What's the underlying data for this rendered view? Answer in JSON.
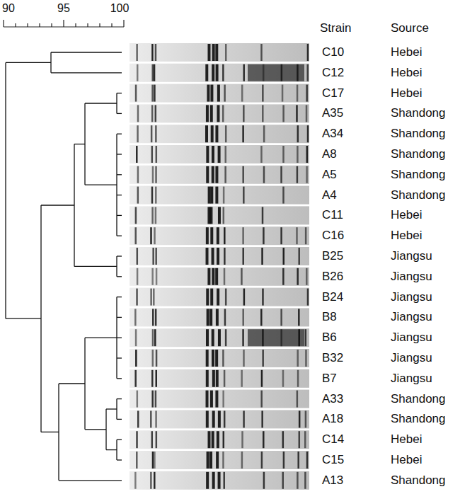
{
  "diagram": {
    "labels": [
      "90",
      "95",
      "100",
      "Strain",
      "Source",
      "C10",
      "Hebei",
      "C12",
      "Hebei",
      "C17",
      "Hebei",
      "A35",
      "Shandong",
      "A34",
      "Shandong",
      "A8",
      "Shandong",
      "A5",
      "Shandong",
      "A4",
      "Shandong",
      "C11",
      "Hebei",
      "C16",
      "Hebei",
      "B25",
      "Jiangsu",
      "B26",
      "Jiangsu",
      "B24",
      "Jiangsu",
      "B8",
      "Jiangsu",
      "B6",
      "Jiangsu",
      "B32",
      "Jiangsu",
      "B7",
      "Jiangsu",
      "A33",
      "Shandong",
      "A18",
      "Shandong",
      "C14",
      "Hebei",
      "C15",
      "Hebei",
      "A13",
      "Shandong"
    ]
  }
}
